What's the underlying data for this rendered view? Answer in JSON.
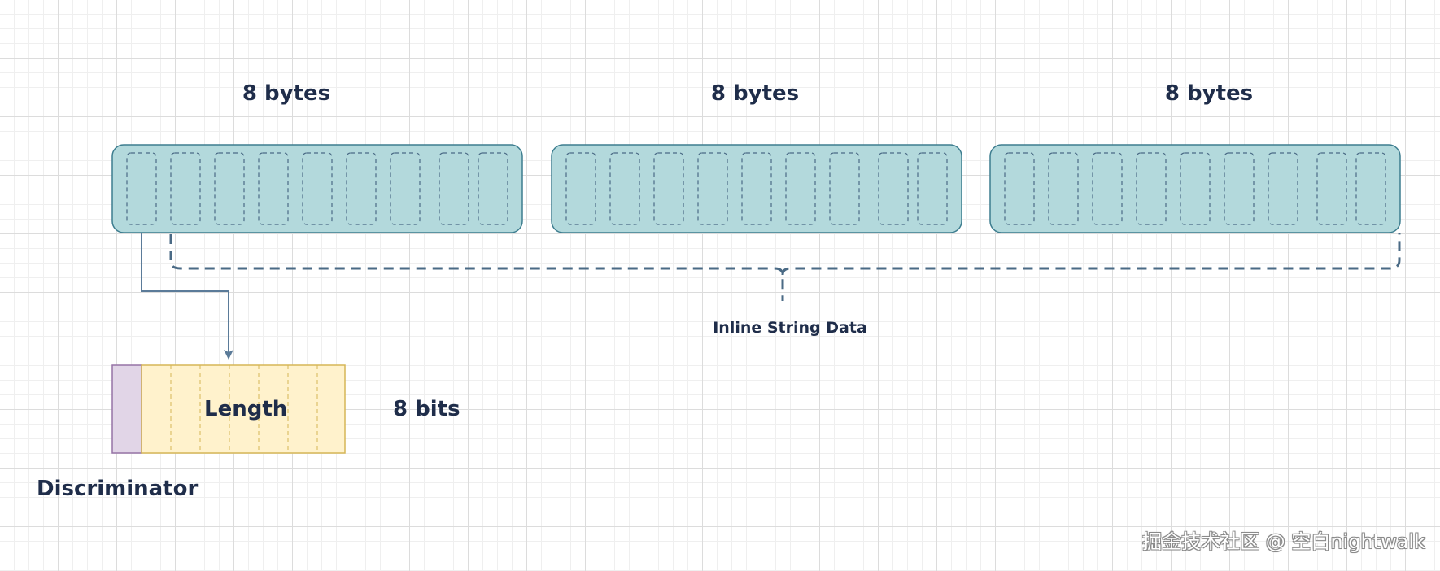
{
  "colors": {
    "block_fill": "#b3d9dc",
    "block_stroke": "#3d7d8f",
    "dash_stroke": "#4a6a85",
    "arrow_stroke": "#5b7b99",
    "discriminator_fill": "#e1d5e7",
    "discriminator_stroke": "#9673a6",
    "length_fill": "#fff2cc",
    "length_stroke": "#d6b656",
    "text": "#1f2d4a"
  },
  "blocks": [
    {
      "label": "8 bytes"
    },
    {
      "label": "8 bytes"
    },
    {
      "label": "8 bytes"
    }
  ],
  "inline_label": "Inline String Data",
  "length_label": "Length",
  "bits_label": "8 bits",
  "discriminator_label": "Discriminator",
  "watermark": "掘金技术社区 @ 空白nightwalk"
}
